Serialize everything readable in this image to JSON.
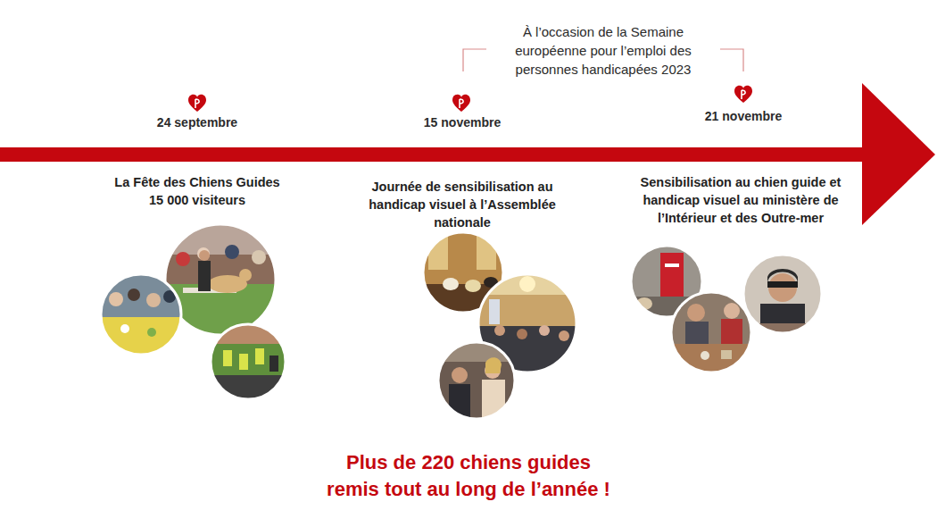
{
  "diagram": {
    "caption": "Plus de 220 chiens guides remis tout au long de l’année !",
    "labels": [
      "À l’occasion de la Semaine européenne pour l’emploi des personnes handicapées 2023",
      "24 septembre",
      "15 novembre",
      "21 novembre",
      "La Fête des Chiens Guides",
      "15 000 visiteurs",
      "Journée de sensibilisation au handicap visuel à l’Assemblée nationale",
      "Sensibilisation au chien guide et handicap visuel au ministère de l’Intérieur et des Outre-mer"
    ]
  }
}
